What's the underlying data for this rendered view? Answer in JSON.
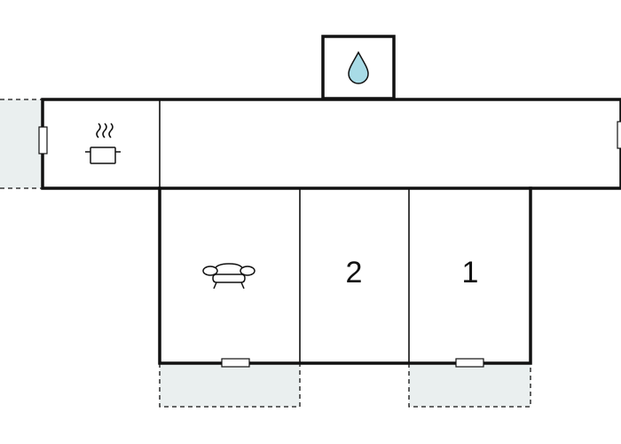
{
  "floorplan": {
    "rooms": [
      {
        "id": "bedroom-2",
        "label": "2"
      },
      {
        "id": "bedroom-1",
        "label": "1"
      }
    ],
    "icons": {
      "kitchen": "cooking-pot-icon",
      "bathroom": "water-drop-icon",
      "living": "sofa-icon"
    },
    "colors": {
      "wall": "#111111",
      "terrace": "#eaefef",
      "water_drop": "#a8dbe6",
      "background": "#ffffff"
    }
  }
}
